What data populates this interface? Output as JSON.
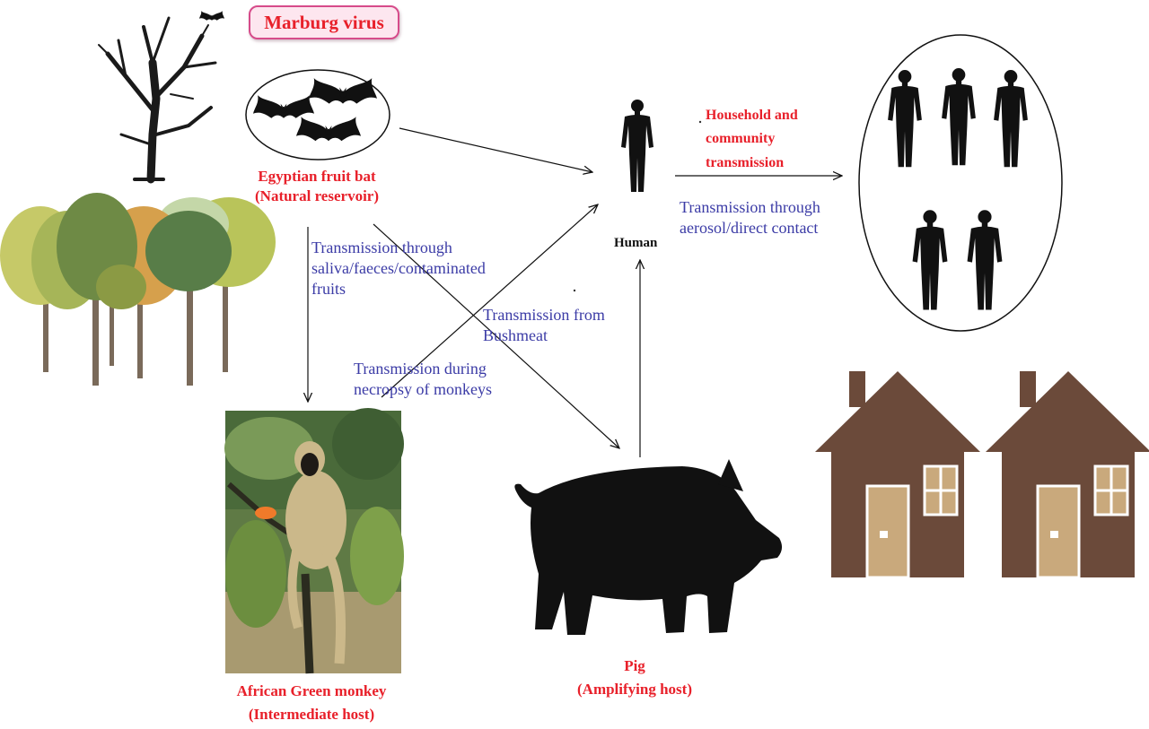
{
  "title": "Marburg virus",
  "nodes": {
    "bat": {
      "line1": "Egyptian fruit bat",
      "line2": "(Natural reservoir)"
    },
    "human": {
      "label": "Human"
    },
    "monkey": {
      "line1": "African Green monkey",
      "line2": "(Intermediate host)"
    },
    "pig": {
      "line1": "Pig",
      "line2": "(Amplifying host)"
    },
    "community": {
      "line1": "Household and",
      "line2": "community",
      "line3": "transmission"
    }
  },
  "edges": {
    "bat_to_monkey": {
      "line1": "Transmission through",
      "line2": "saliva/faeces/contaminated",
      "line3": "fruits"
    },
    "bat_to_pig": {
      "line1": "Transmission from",
      "line2": "Bushmeat"
    },
    "monkey_to_human": {
      "line1": "Transmission during",
      "line2": "necropsy of monkeys"
    },
    "human_to_community": {
      "line1": "Transmission through",
      "line2": "aerosol/direct contact"
    }
  },
  "colors": {
    "label_red": "#e8202a",
    "label_blue": "#3b3ba6",
    "silhouette": "#111111",
    "house_wall": "#6b4a3a",
    "house_door": "#c9a97c",
    "title_border": "#d64b8a",
    "title_fill": "#fde6ef"
  },
  "icons": [
    "dead-tree-icon",
    "bat-icon",
    "forest-icon",
    "human-silhouette-icon",
    "monkey-photo",
    "pig-silhouette-icon",
    "house-icon"
  ]
}
